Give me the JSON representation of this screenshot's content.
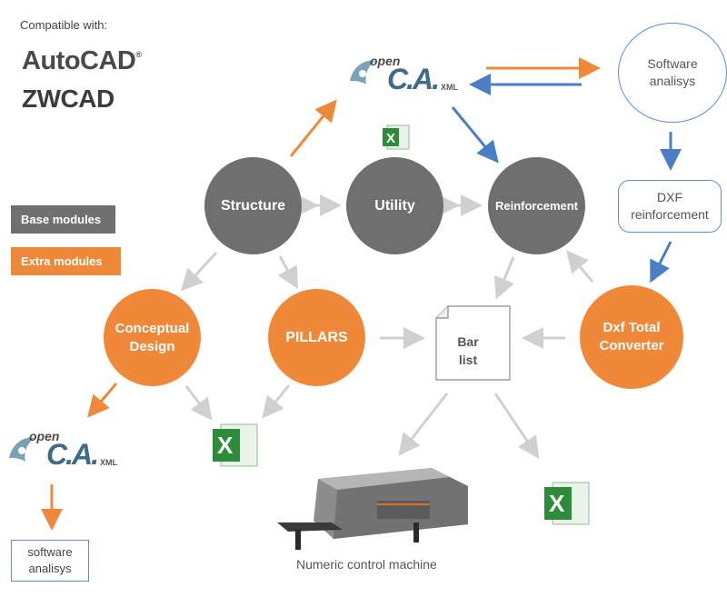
{
  "compatible_label": "Compatible with:",
  "brands": {
    "autocad": "AutoCAD",
    "autocad_mark": "®",
    "zwcad": "ZWCAD"
  },
  "legend": {
    "base": "Base modules",
    "extra": "Extra modules"
  },
  "nodes": {
    "structure": "Structure",
    "utility": "Utility",
    "reinforcement": "Reinforcement",
    "conceptual_design_line1": "Conceptual",
    "conceptual_design_line2": "Design",
    "pillars": "PILLARS",
    "dxf_total_line1": "Dxf Total",
    "dxf_total_line2": "Converter",
    "software_top_line1": "Software",
    "software_top_line2": "analisys",
    "dxf_reinf_line1": "DXF",
    "dxf_reinf_line2": "reinforcement",
    "bar_list_line1": "Bar",
    "bar_list_line2": "list",
    "software_bottom_line1": "software",
    "software_bottom_line2": "analisys",
    "machine": "Numeric control machine"
  },
  "logo": {
    "open": "open",
    "ca": "C.A.",
    "xml": "XML"
  },
  "excel_icon_letter": "X",
  "colors": {
    "base": "#6f6f6f",
    "extra": "#f0883a",
    "blue_arrow": "#4a7fc8",
    "orange_arrow": "#f0883a",
    "grey_arrow": "#d0d0d0",
    "excel_green": "#2e8b3a"
  },
  "icons": [
    "excel-icon",
    "opencaxml-logo",
    "document-icon",
    "machine-image"
  ]
}
